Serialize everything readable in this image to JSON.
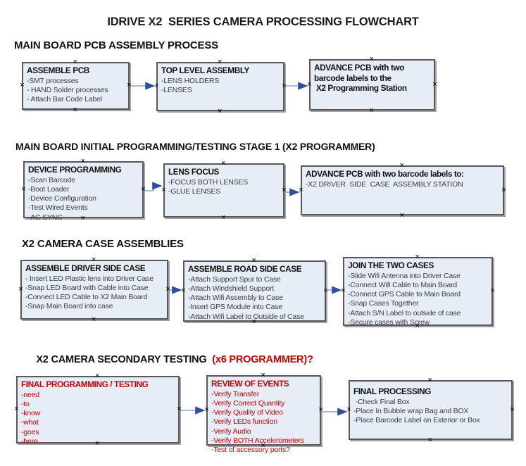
{
  "title": "IDRIVE X2  SERIES CAMERA PROCESSING FLOWCHART",
  "colors": {
    "background": "#ffffff",
    "box_fill": "#e7edf6",
    "box_border": "#58585a",
    "box_shadow": "#a3a3a3",
    "connector_line": "#8ba3cc",
    "connector_arrowhead": "#2e4e9e",
    "red_text": "#cc0000",
    "body_text": "#3d3d3d"
  },
  "icons": {
    "connection_point": "×",
    "arrowhead": "▶"
  },
  "sections": [
    {
      "heading": "MAIN BOARD PCB ASSEMBLY PROCESS",
      "boxes": [
        {
          "title": "ASSEMBLE PCB",
          "lines": [
            "-SMT processes",
            "- HAND Solder processes",
            "- Attach Bar Code Label"
          ]
        },
        {
          "title": "TOP LEVEL ASSEMBLY",
          "lines": [
            "-LENS HOLDERS",
            "-LENSES"
          ]
        },
        {
          "title": "ADVANCE PCB with two barcode labels to the\n X2 Programming Station",
          "lines": []
        }
      ]
    },
    {
      "heading": "MAIN BOARD INITIAL PROGRAMMING/TESTING STAGE 1 (X2 PROGRAMMER)",
      "boxes": [
        {
          "title": "DEVICE PROGRAMMING",
          "lines": [
            "-Scan Barcode",
            "-Boot Loader",
            "-Device Configuration",
            "-Test Wired Events",
            "-AC SYNC"
          ]
        },
        {
          "title": "LENS FOCUS",
          "lines": [
            "-FOCUS BOTH LENSES",
            "-GLUE LENSES"
          ]
        },
        {
          "title": "ADVANCE PCB with two barcode labels to:",
          "lines": [
            "-X2 DRIVER  SIDE  CASE  ASSEMBLY STATION"
          ]
        }
      ]
    },
    {
      "heading": "X2 CAMERA CASE ASSEMBLIES",
      "boxes": [
        {
          "title": "ASSEMBLE DRIVER SIDE CASE",
          "lines": [
            "- Insert LED Plastic lens into Driver Case",
            "-Snap LED Board with Cable into Case",
            "-Connect LED Cable to X2 Main Board",
            "-Snap Main Board into case"
          ]
        },
        {
          "title": "ASSEMBLE ROAD SIDE CASE",
          "lines": [
            "-Attach Support Spur to Case",
            "-Attach Windshield Support",
            "-Attach Wifi Assembly to Case",
            "-Insert GPS Module into Case",
            "-Attach Wifi Label to Outside of Case"
          ]
        },
        {
          "title": "JOIN THE TWO CASES",
          "lines": [
            "-Slide Wifi Antenna into Driver Case",
            "-Connect Wifi Cable to Main Board",
            "-Connect GPS Cable to Main Board",
            "-Snap Cases Together",
            "-Attach S/N Label to outside of case",
            "-Secure cases with Screw"
          ]
        }
      ]
    },
    {
      "heading": "X2 CAMERA SECONDARY TESTING",
      "heading_red": "  (x6 PROGRAMMER)?",
      "boxes": [
        {
          "title": "FINAL PROGRAMMING / TESTING",
          "lines": [
            "-need",
            "-to",
            "-know",
            "-what",
            "-goes",
            "-here"
          ]
        },
        {
          "title": "REVIEW OF EVENTS",
          "lines": [
            "-Verify Transfer",
            "-Verify Correct Quantity",
            "-Verify Quality of Video",
            "-Verify LEDs function",
            "-Verify Audio",
            "-Verify BOTH Accelerometers",
            "-Test of accessory ports?"
          ]
        },
        {
          "title": "FINAL PROCESSING",
          "lines": [
            " -Check Final Box",
            "-Place In Bubble wrap Bag and BOX",
            "-Place Barcode Label on Exterior or Box"
          ]
        }
      ]
    }
  ]
}
